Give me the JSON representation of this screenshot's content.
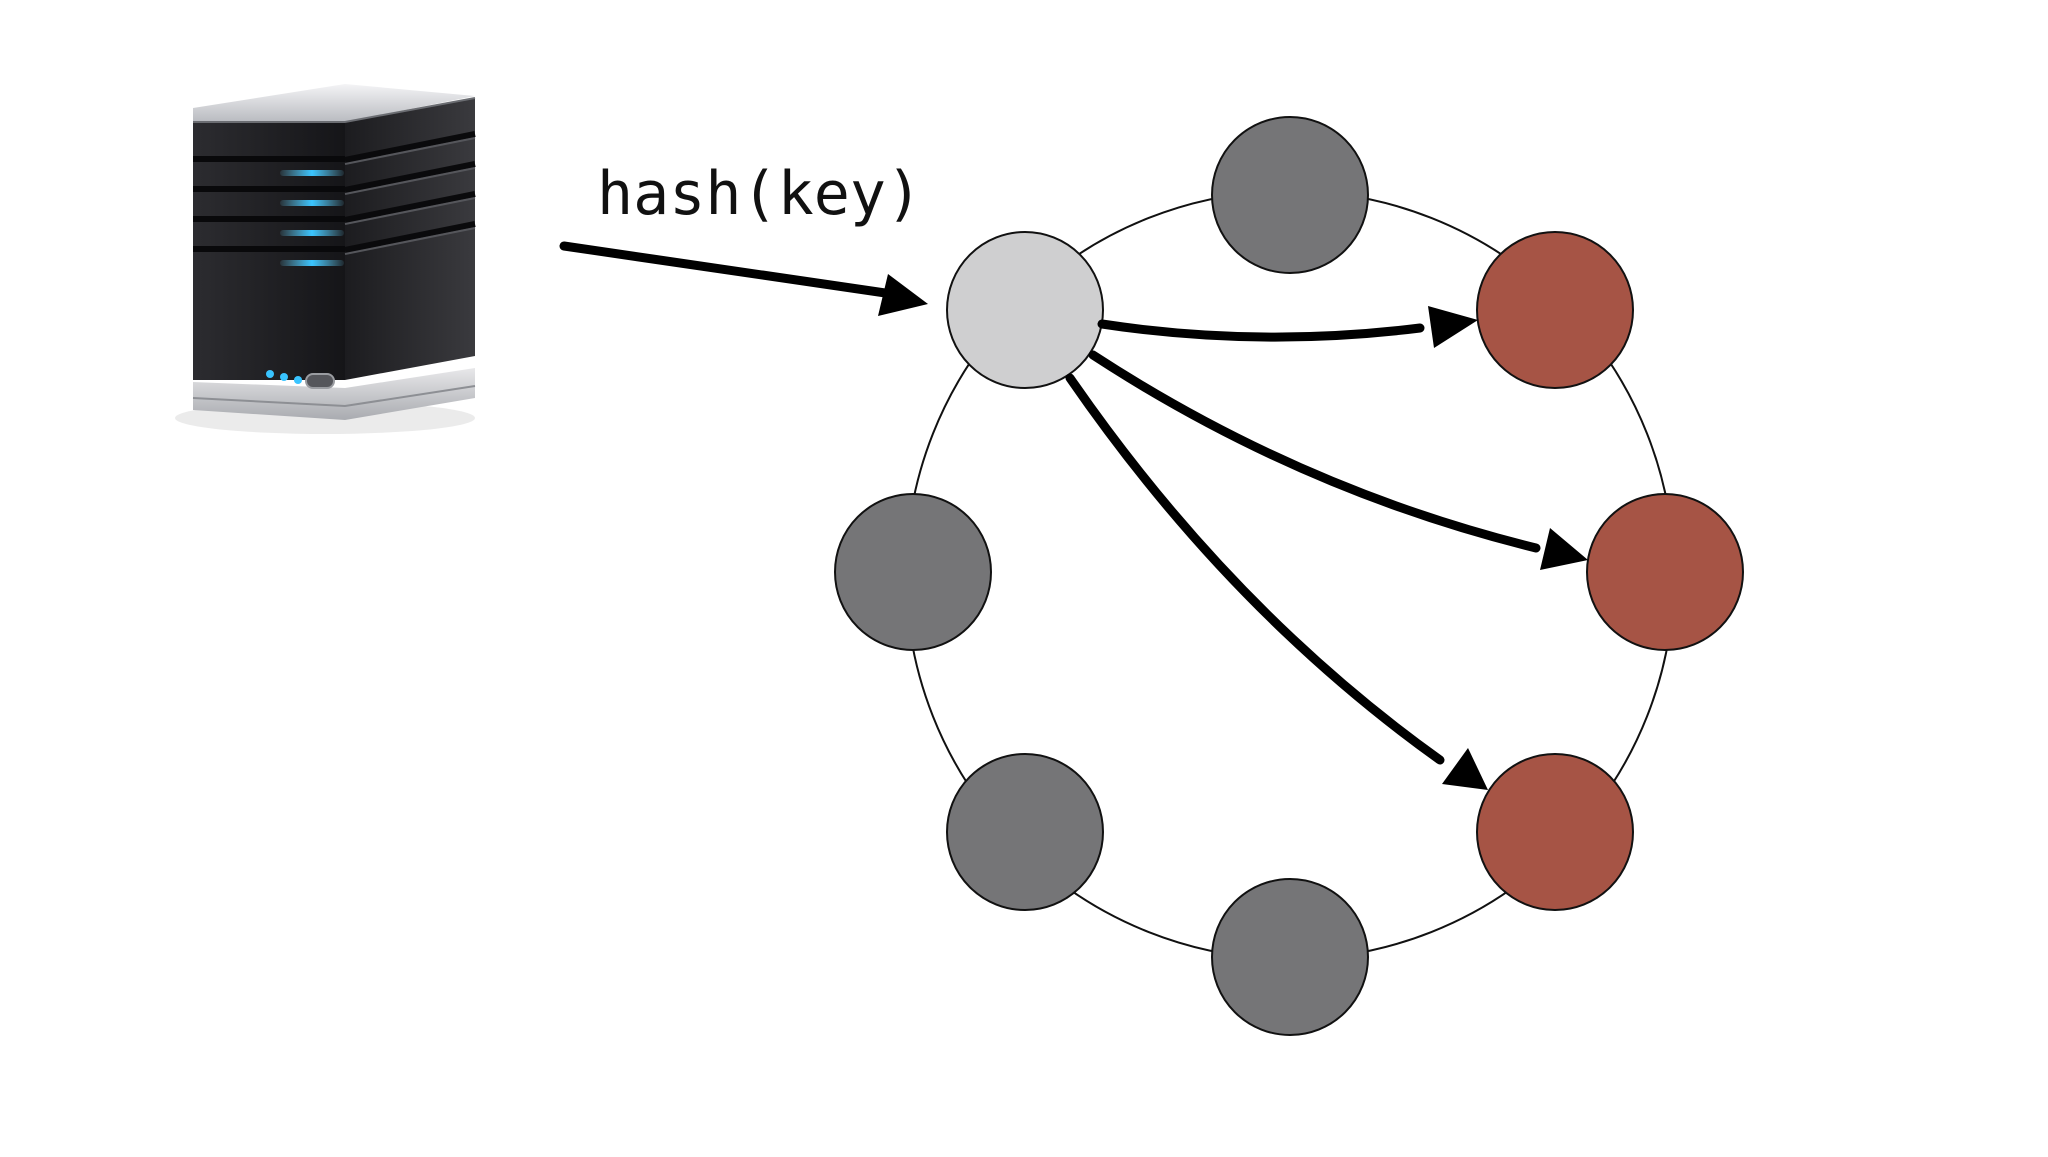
{
  "diagram": {
    "label": "hash(key)",
    "colors": {
      "primary_node": "#cfcfd0",
      "inactive_node": "#757577",
      "replica_node": "#a65445",
      "ring": "#111111",
      "arrow": "#000000"
    },
    "icons": {
      "client": "server-tower-icon"
    },
    "ring_nodes": [
      {
        "role": "primary"
      },
      {
        "role": "inactive"
      },
      {
        "role": "replica"
      },
      {
        "role": "replica"
      },
      {
        "role": "replica"
      },
      {
        "role": "inactive"
      },
      {
        "role": "inactive"
      },
      {
        "role": "inactive"
      }
    ]
  }
}
